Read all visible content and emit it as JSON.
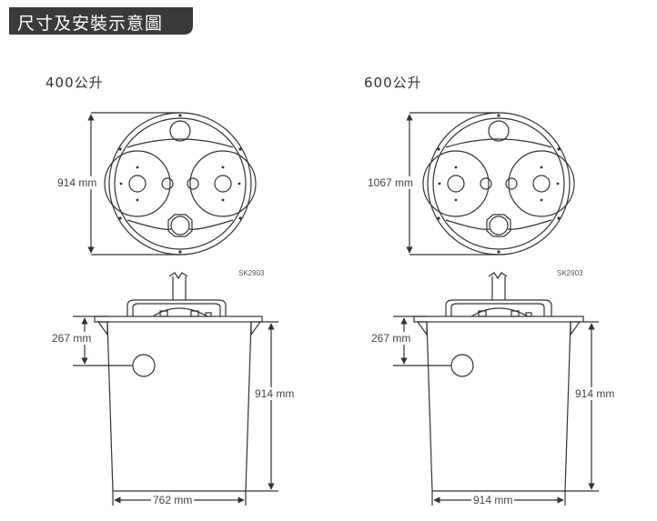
{
  "header": {
    "title": "尺寸及安裝示意圖"
  },
  "units": {
    "left": {
      "capacity": "400公升",
      "diameter": "914 mm",
      "model_code": "SK2903",
      "inlet_height": "267 mm",
      "tank_height": "914 mm",
      "tank_width": "762 mm"
    },
    "right": {
      "capacity": "600公升",
      "diameter": "1067 mm",
      "model_code": "SK2903",
      "inlet_height": "267 mm",
      "tank_height": "914 mm",
      "tank_width": "914 mm"
    }
  },
  "colors": {
    "header_bg": "#3a3a3a",
    "header_text": "#ffffff",
    "line": "#333333"
  }
}
